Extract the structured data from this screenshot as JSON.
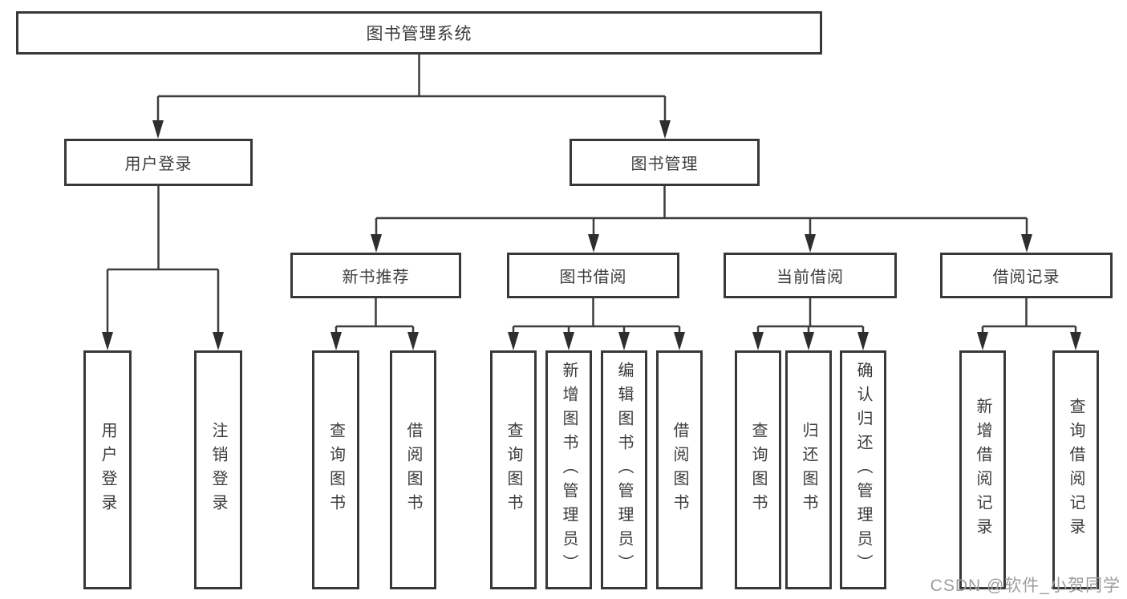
{
  "diagram": {
    "title": "图书管理系统",
    "level2": {
      "user_login": "用户登录",
      "book_mgmt": "图书管理"
    },
    "level3": {
      "new_book": "新书推荐",
      "book_borrow": "图书借阅",
      "current_borrow": "当前借阅",
      "borrow_record": "借阅记录"
    },
    "leaves": {
      "login_1": "用户登录",
      "login_2": "注销登录",
      "newbook_1": "查询图书",
      "newbook_2": "借阅图书",
      "borrow_1": "查询图书",
      "borrow_2": "新增图书（管理员）",
      "borrow_3": "编辑图书（管理员）",
      "borrow_4": "借阅图书",
      "current_1": "查询图书",
      "current_2": "归还图书",
      "current_3": "确认归还（管理员）",
      "record_1": "新增借阅记录",
      "record_2": "查询借阅记录"
    },
    "watermark": "CSDN @软件_小贺同学",
    "colors": {
      "line": "#3d3d3d",
      "border": "#383838",
      "text": "#3c3c3c",
      "watermark": "#9e9e9e",
      "background": "#ffffff"
    }
  }
}
